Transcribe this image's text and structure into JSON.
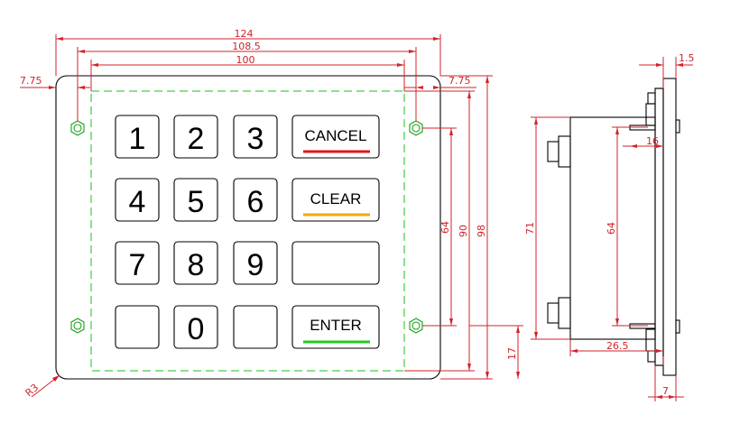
{
  "colors": {
    "dimension_red": "#d0232a",
    "outline_black": "#000000",
    "dashed_green": "#19c21c",
    "cancel_bar": "#e0141c",
    "clear_bar": "#f2a900",
    "enter_bar": "#22cc22"
  },
  "keys": {
    "k1": "1",
    "k2": "2",
    "k3": "3",
    "k4": "4",
    "k5": "5",
    "k6": "6",
    "k7": "7",
    "k8": "8",
    "k9": "9",
    "k0": "0",
    "cancel": "CANCEL",
    "clear": "CLEAR",
    "enter": "ENTER"
  },
  "dimensions": {
    "overall_width": "124",
    "hole_spacing_width": "108.5",
    "bolt_spacing_width": "100",
    "left_margin": "7.75",
    "right_margin": "7.75",
    "hole_spacing_height": "64",
    "panel_inner_height": "90",
    "overall_height": "98",
    "bottom_offset": "17",
    "corner_radius": "R3",
    "side_height": "71",
    "side_stud_spacing": "64",
    "plate_thickness": "1.5",
    "stud_length": "16",
    "body_depth": "26.5",
    "bottom_depth": "7"
  }
}
